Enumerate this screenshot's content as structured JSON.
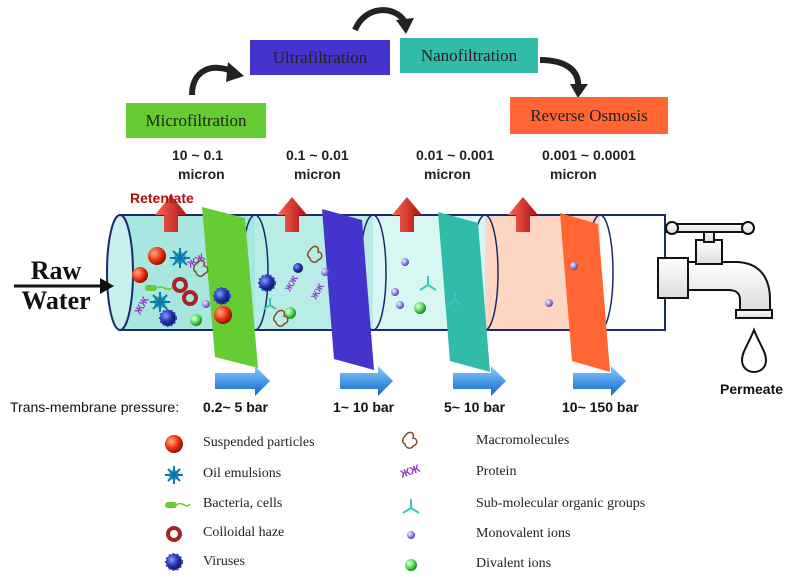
{
  "stages": {
    "microfiltration": {
      "label": "Microfiltration",
      "color": "#66cc33",
      "size_line1": "10 ~ 0.1",
      "size_line2": "micron",
      "pressure": "0.2~ 5 bar"
    },
    "ultrafiltration": {
      "label": "Ultrafiltration",
      "color": "#4433cc",
      "size_line1": "0.1 ~ 0.01",
      "size_line2": "micron",
      "pressure": "1~ 10 bar"
    },
    "nanofiltration": {
      "label": "Nanofiltration",
      "color": "#33bbaa",
      "size_line1": "0.01 ~ 0.001",
      "size_line2": "micron",
      "pressure": "5~ 10 bar"
    },
    "reverse_osmosis": {
      "label": "Reverse Osmosis",
      "color": "#ff6633",
      "size_line1": "0.001 ~ 0.0001",
      "size_line2": "micron",
      "pressure": "10~ 150 bar"
    }
  },
  "retentate_label": "Retentate",
  "raw_water_line1": "Raw",
  "raw_water_line2": "Water",
  "permeate_label": "Permeate",
  "pressure_label": "Trans-membrane pressure:",
  "legend": {
    "left": [
      {
        "icon": "suspended-particle-icon",
        "label": "Suspended particles"
      },
      {
        "icon": "oil-emulsion-icon",
        "label": "Oil emulsions"
      },
      {
        "icon": "bacteria-icon",
        "label": "Bacteria, cells"
      },
      {
        "icon": "colloidal-haze-icon",
        "label": "Colloidal haze"
      },
      {
        "icon": "virus-icon",
        "label": "Viruses"
      }
    ],
    "right": [
      {
        "icon": "macromolecule-icon",
        "label": "Macromolecules"
      },
      {
        "icon": "protein-icon",
        "label": "Protein"
      },
      {
        "icon": "sub-molecular-group-icon",
        "label": "Sub-molecular organic groups"
      },
      {
        "icon": "monovalent-ion-icon",
        "label": "Monovalent ions"
      },
      {
        "icon": "divalent-ion-icon",
        "label": "Divalent ions"
      }
    ]
  },
  "colors": {
    "pipe_segment_1": "#a8e6e0",
    "pipe_segment_2": "#b8ece6",
    "pipe_segment_3": "#d8f6f2",
    "pipe_segment_4": "#ffd6c4",
    "pipe_outline": "#1a2a6a",
    "flow_arrow": "#3388ee",
    "retentate_arrow": "#cc2222"
  }
}
